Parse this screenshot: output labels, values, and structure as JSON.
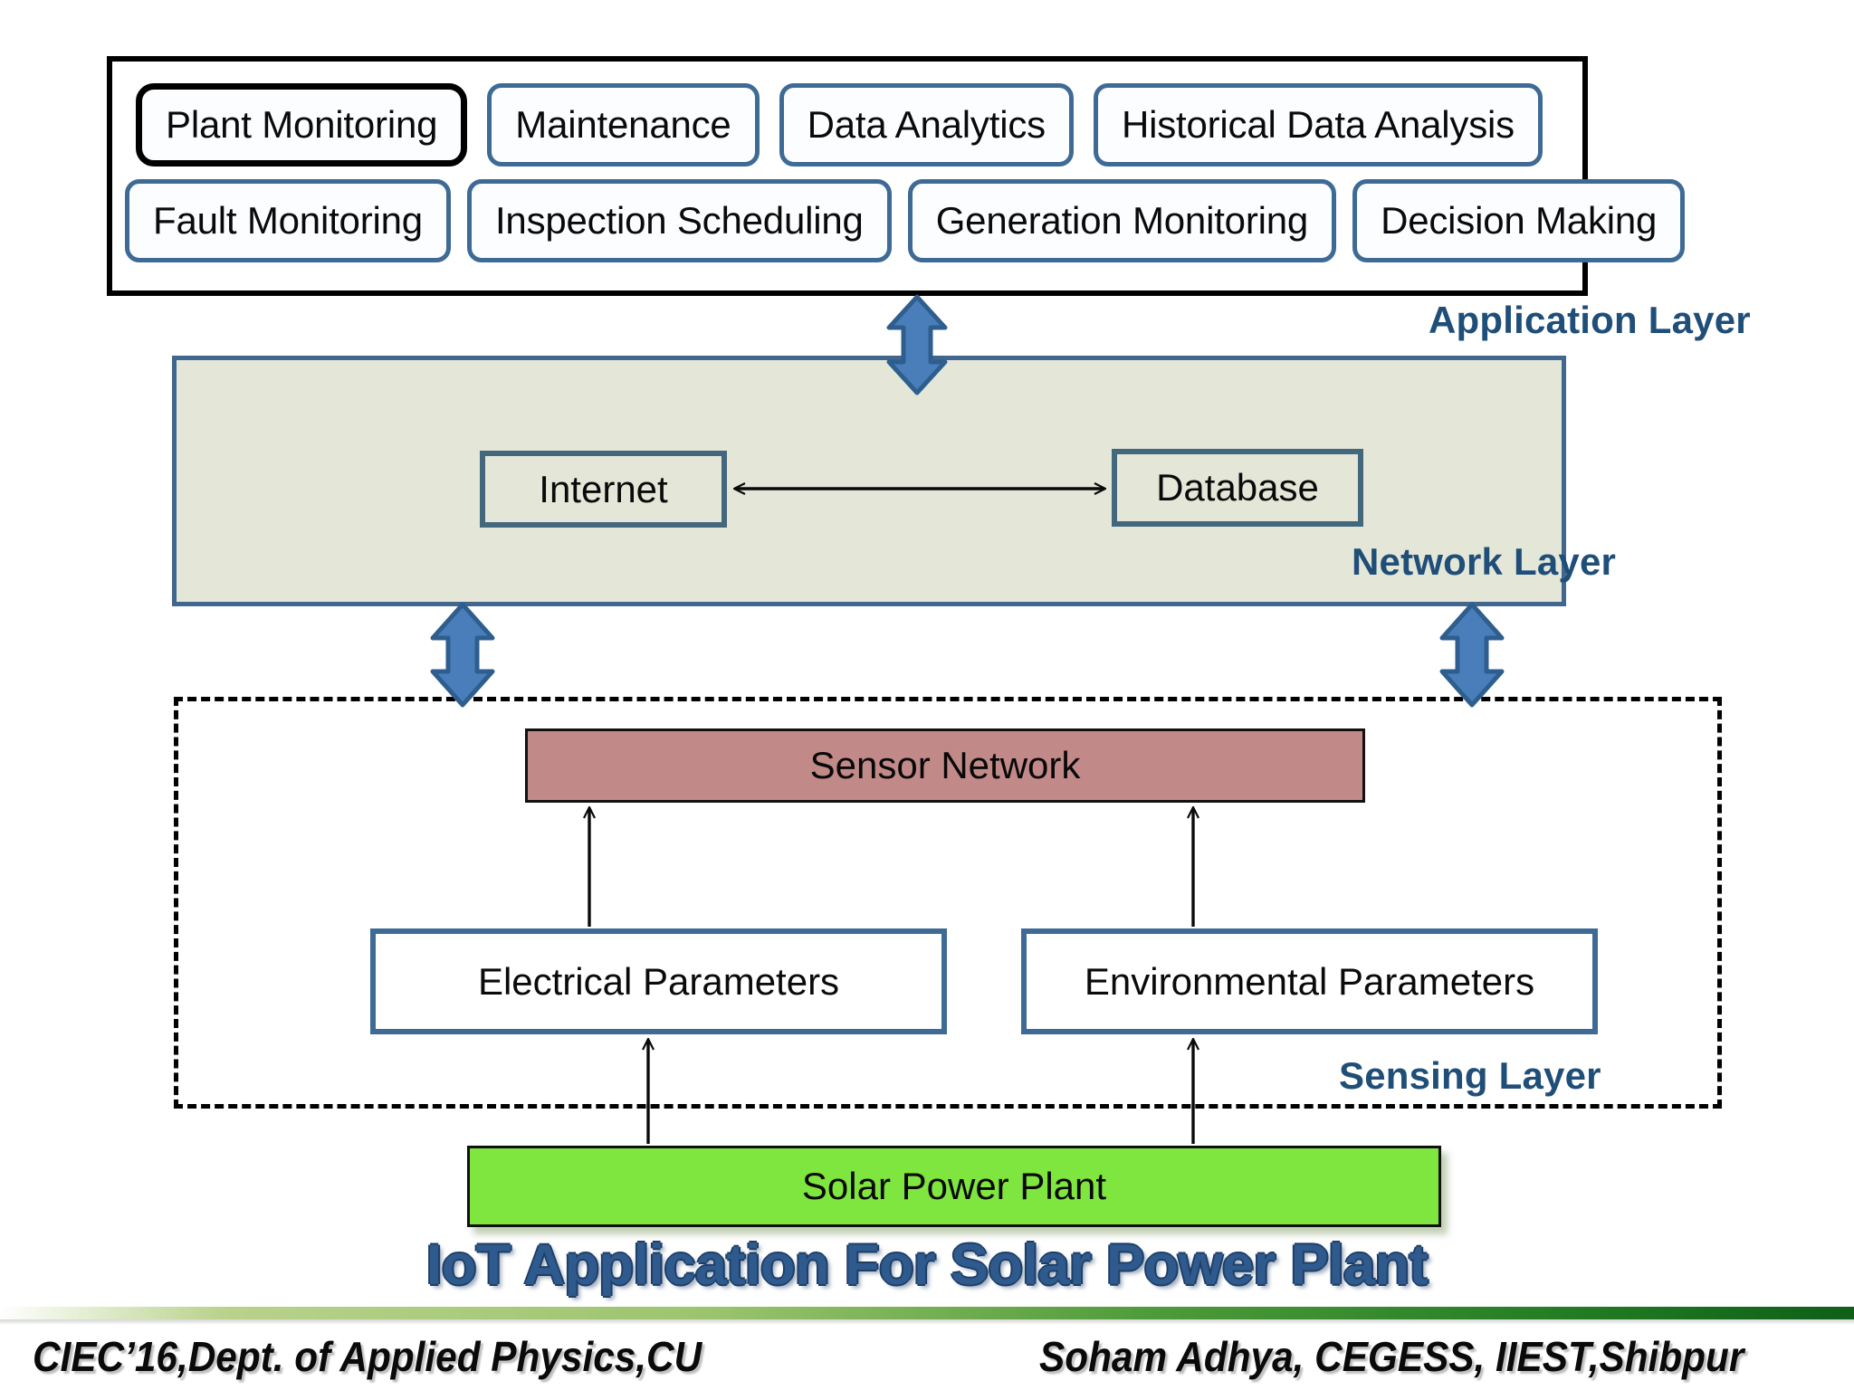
{
  "diagram": {
    "title": "IoT Application For Solar Power Plant",
    "colors": {
      "accent_blue": "#3E6A96",
      "label_navy": "#1F4E79",
      "network_fill": "#E4E7D8",
      "sensor_fill": "#C28989",
      "solar_fill": "#7FE53F",
      "arrow_blue": "#4A7EBB"
    }
  },
  "application_layer": {
    "label": "Application Layer",
    "row1": [
      {
        "label": "Plant Monitoring",
        "highlight": true
      },
      {
        "label": "Maintenance",
        "highlight": false
      },
      {
        "label": "Data Analytics",
        "highlight": false
      },
      {
        "label": "Historical Data Analysis",
        "highlight": false
      }
    ],
    "row2": [
      {
        "label": "Fault Monitoring",
        "highlight": false
      },
      {
        "label": "Inspection Scheduling",
        "highlight": false
      },
      {
        "label": "Generation Monitoring",
        "highlight": false
      },
      {
        "label": "Decision Making",
        "highlight": false
      }
    ]
  },
  "network_layer": {
    "label": "Network Layer",
    "nodes": [
      {
        "label": "Internet"
      },
      {
        "label": "Database"
      }
    ]
  },
  "sensing_layer": {
    "label": "Sensing Layer",
    "sensor_network": "Sensor Network",
    "parameters": [
      {
        "label": "Electrical Parameters"
      },
      {
        "label": "Environmental Parameters"
      }
    ]
  },
  "source": {
    "label": "Solar Power Plant"
  },
  "footer": {
    "left": "CIEC’16,Dept. of Applied Physics,CU",
    "right": "Soham Adhya, CEGESS, IIEST,Shibpur"
  }
}
